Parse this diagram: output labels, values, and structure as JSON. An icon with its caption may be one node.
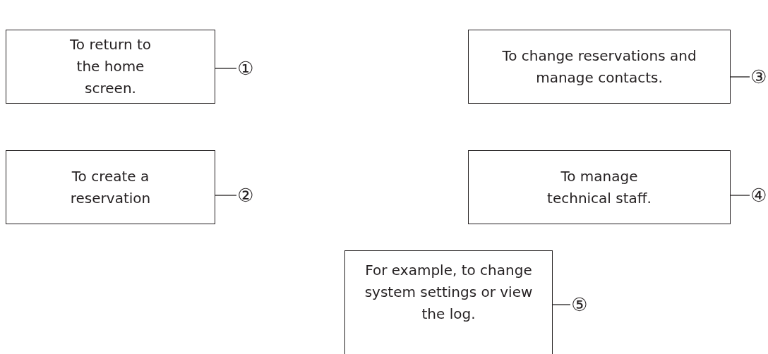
{
  "diagram": {
    "nodes": [
      {
        "text": [
          "To return to the home screen."
        ]
      },
      {
        "text": [
          "①"
        ]
      },
      {
        "text": [
          "To change reservations and manage contacts."
        ]
      },
      {
        "text": [
          "③"
        ]
      },
      {
        "text": [
          "To create a reservation"
        ]
      },
      {
        "text": [
          "②"
        ]
      },
      {
        "text": [
          "To manage technical staff."
        ]
      },
      {
        "text": [
          "④"
        ]
      },
      {
        "text": [
          "For example, to change system settings or view the log."
        ]
      },
      {
        "text": [
          "⑤"
        ]
      }
    ],
    "edges": [
      {
        "from": 0,
        "to": 1,
        "arrow": "none"
      },
      {
        "from": 2,
        "to": 3,
        "arrow": "none"
      },
      {
        "from": 4,
        "to": 5,
        "arrow": "none"
      },
      {
        "from": 6,
        "to": 7,
        "arrow": "none"
      },
      {
        "from": 8,
        "to": 9,
        "arrow": "none"
      }
    ]
  }
}
